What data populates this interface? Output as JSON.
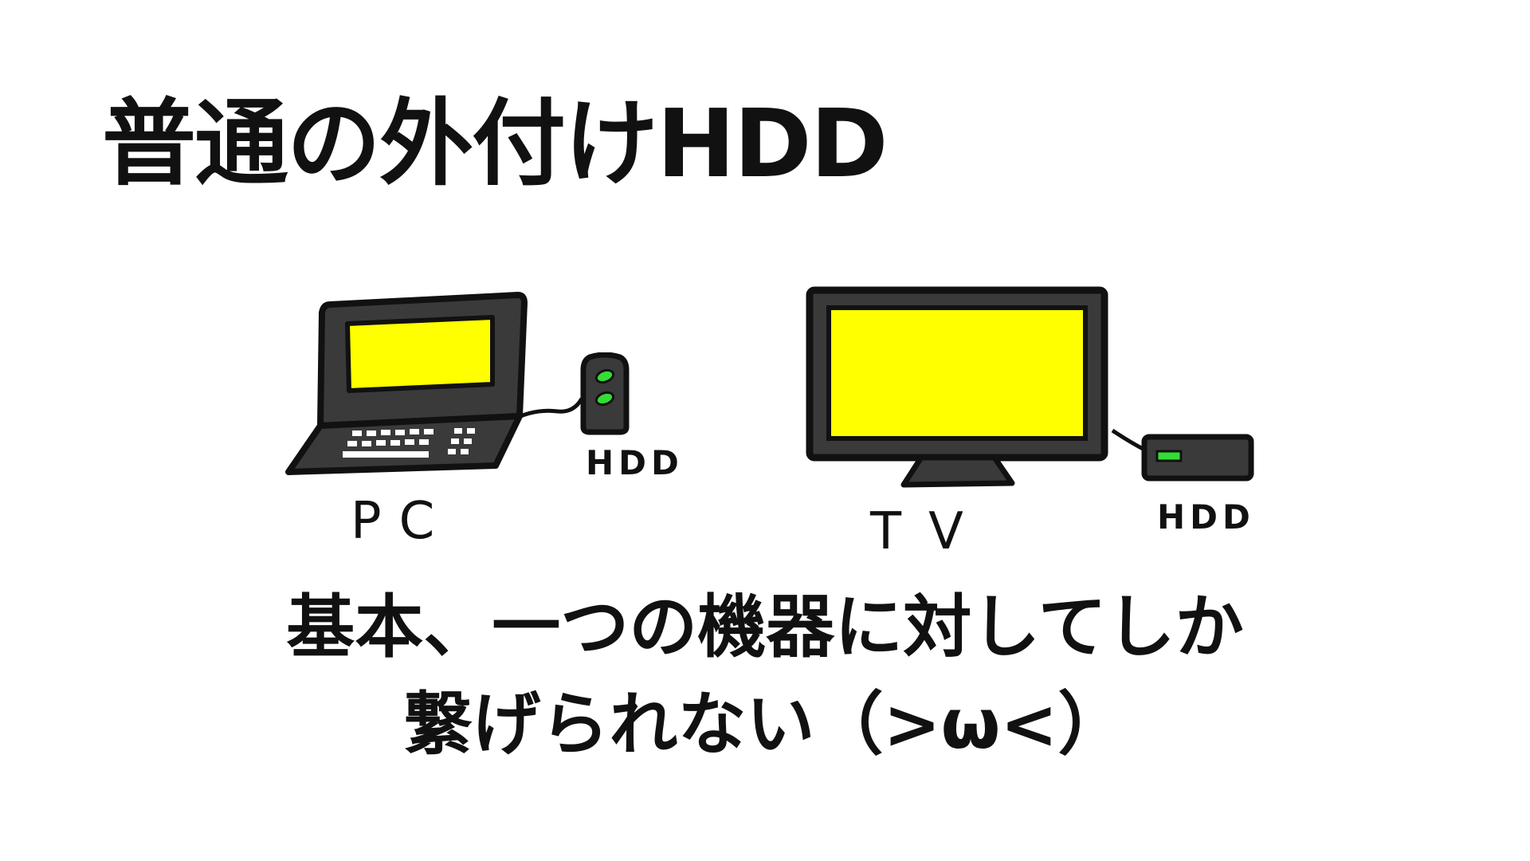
{
  "title": "普通の外付けHDD",
  "devices": {
    "pc": {
      "label": "PC",
      "hdd_label": "HDD"
    },
    "tv": {
      "label": "TV",
      "hdd_label": "HDD"
    }
  },
  "caption": {
    "line1": "基本、一つの機器に対してしか",
    "line2": "繋げられない（>ω<）"
  },
  "colors": {
    "screen": "#ffff00",
    "device_body": "#3a3a3a",
    "outline": "#111111",
    "led": "#33dd33",
    "background": "#ffffff"
  }
}
